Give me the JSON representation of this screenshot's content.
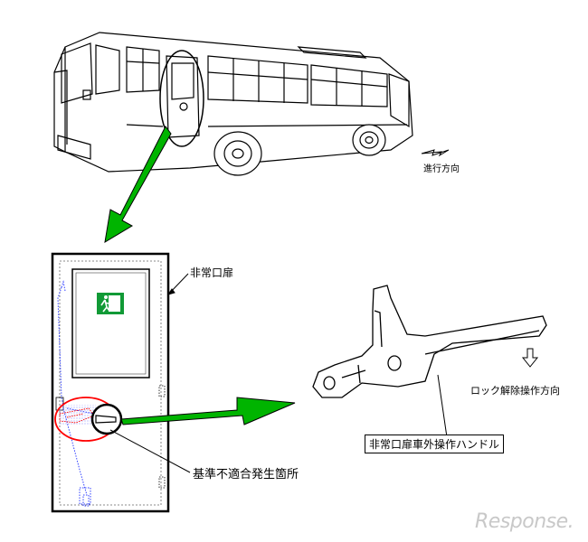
{
  "labels": {
    "travel_direction": "進行方向",
    "emergency_door": "非常口扉",
    "unlock_direction": "ロック解除操作方向",
    "outside_handle": "非常口扉車外操作ハンドル",
    "defect_location": "基準不適合発生箇所"
  },
  "watermark": "Response.",
  "colors": {
    "arrow_green": "#00b400",
    "highlight_red": "#ff0000",
    "hidden_parts_blue": "#3040ff",
    "exit_sign_green": "#119a36"
  },
  "icons": [
    "emergency-exit-sign-icon",
    "direction-arrow-icon",
    "down-arrow-icon"
  ]
}
